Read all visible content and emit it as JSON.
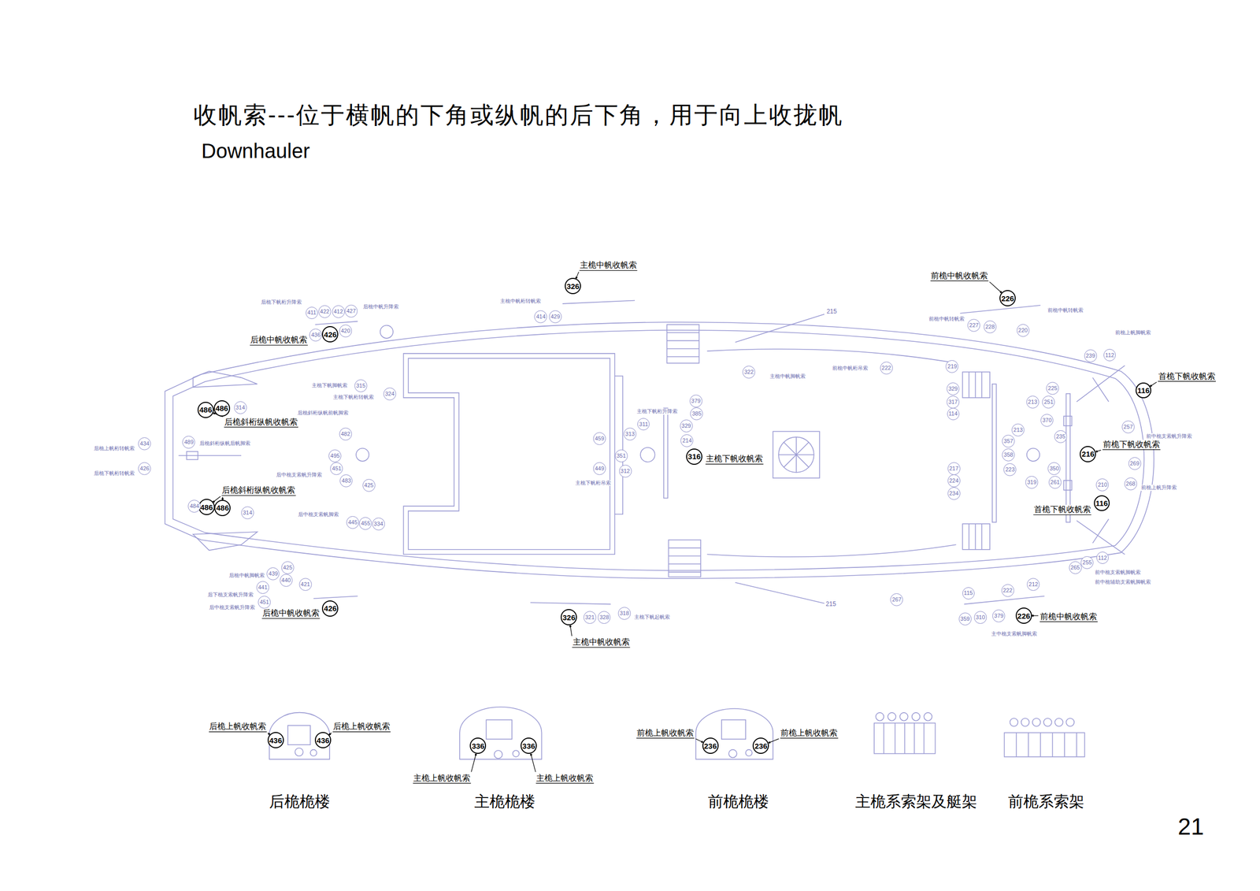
{
  "diagram": {
    "title": "收帆索---位于横帆的下角或纵帆的后下角，用于向上收拢帆",
    "nodes": [
      {
        "text": [
          "326"
        ]
      },
      {
        "text": [
          "226"
        ]
      },
      {
        "text": [
          "426"
        ]
      },
      {
        "text": [
          "116"
        ]
      },
      {
        "text": [
          "486"
        ]
      },
      {
        "text": [
          "486"
        ]
      },
      {
        "text": [
          "316"
        ]
      },
      {
        "text": [
          "216"
        ]
      },
      {
        "text": [
          "486"
        ]
      },
      {
        "text": [
          "486"
        ]
      },
      {
        "text": [
          "116"
        ]
      },
      {
        "text": [
          "426"
        ]
      },
      {
        "text": [
          "226"
        ]
      },
      {
        "text": [
          "326"
        ]
      },
      {
        "text": [
          "436"
        ]
      },
      {
        "text": [
          "436"
        ]
      },
      {
        "text": [
          "336"
        ]
      },
      {
        "text": [
          "336"
        ]
      },
      {
        "text": [
          "236"
        ]
      },
      {
        "text": [
          "236"
        ]
      },
      {
        "text": [
          "411"
        ]
      },
      {
        "text": [
          "422"
        ]
      },
      {
        "text": [
          "412"
        ]
      },
      {
        "text": [
          "427"
        ]
      },
      {
        "text": [
          "436"
        ]
      },
      {
        "text": [
          "420"
        ]
      },
      {
        "text": [
          "414"
        ]
      },
      {
        "text": [
          "429"
        ]
      },
      {
        "text": [
          "227"
        ]
      },
      {
        "text": [
          "228"
        ]
      },
      {
        "text": [
          "220"
        ]
      },
      {
        "text": [
          "239"
        ]
      },
      {
        "text": [
          "112"
        ]
      },
      {
        "text": [
          "322"
        ]
      },
      {
        "text": [
          "222"
        ]
      },
      {
        "text": [
          "219"
        ]
      },
      {
        "text": [
          "315"
        ]
      },
      {
        "text": [
          "324"
        ]
      },
      {
        "text": [
          "314"
        ]
      },
      {
        "text": [
          "482"
        ]
      },
      {
        "text": [
          "495"
        ]
      },
      {
        "text": [
          "451"
        ]
      },
      {
        "text": [
          "483"
        ]
      },
      {
        "text": [
          "425"
        ]
      },
      {
        "text": [
          "434"
        ]
      },
      {
        "text": [
          "426"
        ]
      },
      {
        "text": [
          "489"
        ]
      },
      {
        "text": [
          "484"
        ]
      },
      {
        "text": [
          "314"
        ]
      },
      {
        "text": [
          "445"
        ]
      },
      {
        "text": [
          "455"
        ]
      },
      {
        "text": [
          "334"
        ]
      },
      {
        "text": [
          "379"
        ]
      },
      {
        "text": [
          "385"
        ]
      },
      {
        "text": [
          "311"
        ]
      },
      {
        "text": [
          "329"
        ]
      },
      {
        "text": [
          "313"
        ]
      },
      {
        "text": [
          "459"
        ]
      },
      {
        "text": [
          "214"
        ]
      },
      {
        "text": [
          "351"
        ]
      },
      {
        "text": [
          "449"
        ]
      },
      {
        "text": [
          "312"
        ]
      },
      {
        "text": [
          "329"
        ]
      },
      {
        "text": [
          "317"
        ]
      },
      {
        "text": [
          "114"
        ]
      },
      {
        "text": [
          "213"
        ]
      },
      {
        "text": [
          "251"
        ]
      },
      {
        "text": [
          "225"
        ]
      },
      {
        "text": [
          "370"
        ]
      },
      {
        "text": [
          "213"
        ]
      },
      {
        "text": [
          "235"
        ]
      },
      {
        "text": [
          "357"
        ]
      },
      {
        "text": [
          "358"
        ]
      },
      {
        "text": [
          "217"
        ]
      },
      {
        "text": [
          "223"
        ]
      },
      {
        "text": [
          "350"
        ]
      },
      {
        "text": [
          "224"
        ]
      },
      {
        "text": [
          "261"
        ]
      },
      {
        "text": [
          "319"
        ]
      },
      {
        "text": [
          "234"
        ]
      },
      {
        "text": [
          "257"
        ]
      },
      {
        "text": [
          "269"
        ]
      },
      {
        "text": [
          "210"
        ]
      },
      {
        "text": [
          "268"
        ]
      },
      {
        "text": [
          "112"
        ]
      },
      {
        "text": [
          "255"
        ]
      },
      {
        "text": [
          "265"
        ]
      },
      {
        "text": [
          "425"
        ]
      },
      {
        "text": [
          "439"
        ]
      },
      {
        "text": [
          "440"
        ]
      },
      {
        "text": [
          "441"
        ]
      },
      {
        "text": [
          "421"
        ]
      },
      {
        "text": [
          "451"
        ]
      },
      {
        "text": [
          "212"
        ]
      },
      {
        "text": [
          "222"
        ]
      },
      {
        "text": [
          "115"
        ]
      },
      {
        "text": [
          "267"
        ]
      },
      {
        "text": [
          "321"
        ]
      },
      {
        "text": [
          "328"
        ]
      },
      {
        "text": [
          "318"
        ]
      },
      {
        "text": [
          "379"
        ]
      },
      {
        "text": [
          "310"
        ]
      },
      {
        "text": [
          "359"
        ]
      }
    ],
    "labels": [
      "Downhauler",
      "21",
      "主桅中帆收帆索",
      "前桅中帆收帆索",
      "后桅中帆收帆索",
      "首桅下帆收帆索",
      "后桅斜桁纵帆收帆索",
      "主桅下帆收帆索",
      "前桅下帆收帆索",
      "后桅斜桁纵帆收帆索",
      "首桅下帆收帆索",
      "后桅中帆收帆索",
      "前桅中帆收帆索",
      "主桅中帆收帆索",
      "后桅上帆收帆索",
      "后桅上帆收帆索",
      "主桅上帆收帆索",
      "主桅上帆收帆索",
      "前桅上帆收帆索",
      "前桅上帆收帆索",
      "后桅桅楼",
      "主桅桅楼",
      "前桅桅楼",
      "主桅系索架及艇架",
      "前桅系索架",
      "215",
      "215",
      "后桅下帆桁升降索",
      "后桅中帆升降索",
      "主桅中帆桁转帆索",
      "前桅中帆转帆索",
      "前桅中帆转帆索",
      "前桅上帆脚帆索",
      "主桅中帆脚帆索",
      "前桅中帆桁吊索",
      "主桅下帆脚帆索",
      "主桅下帆桁转帆索",
      "后桅斜桁纵帆前帆脚索",
      "后桅斜桁纵帆后帆脚索",
      "后桅上帆桁转帆索",
      "后桅下帆桁转帆索",
      "后中桅支索帆升降索",
      "后中桅支索帆脚索",
      "主桅下帆桁升降索",
      "主桅下帆桁吊索",
      "前中桅支索帆升降索",
      "前桅上帆升降索",
      "前中桅支索帆脚帆索",
      "前中桅辅助支索帆脚帆索",
      "主桅下帆起帆索",
      "主中桅支索帆脚帆索",
      "后中桅支索帆升降索",
      "后下桅支索帆升降索",
      "后桅中帆脚帆索"
    ]
  }
}
